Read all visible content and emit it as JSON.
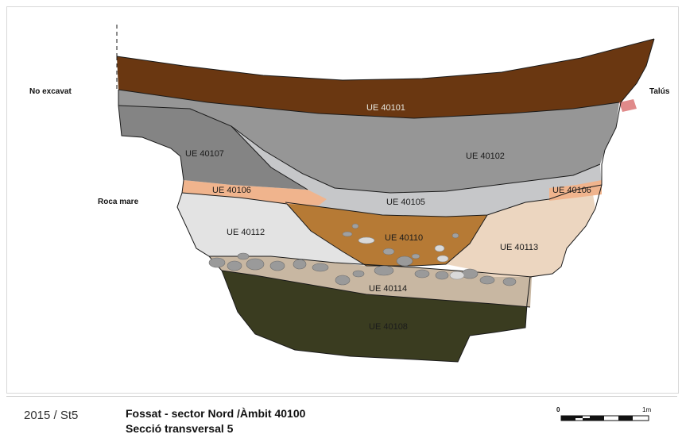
{
  "labels": {
    "no_excavat": "No excavat",
    "talus": "Talús",
    "roca_mare": "Roca mare"
  },
  "units": {
    "u40101": "UE 40101",
    "u40102": "UE 40102",
    "u40107": "UE 40107",
    "u40106a": "UE 40106",
    "u40106b": "UE 40106",
    "u40105": "UE 40105",
    "u40112": "UE 40112",
    "u40110": "UE 40110",
    "u40113": "UE 40113",
    "u40114": "UE 40114",
    "u40108": "UE 40108"
  },
  "footer": {
    "code": "2015 / St5",
    "title_line1": "Fossat - sector Nord /Àmbit 40100",
    "title_line2": "Secció transversal 5"
  },
  "scale": {
    "start": "0",
    "end": "1m"
  },
  "colors": {
    "topsoil_brown": "#6a3711",
    "dark_grey": "#848484",
    "mid_grey": "#969696",
    "light_grey": "#c6c7c9",
    "pale_grey": "#e3e3e3",
    "orange_band": "#f0b48d",
    "ochre_fill": "#b67a35",
    "beige": "#ecd6c0",
    "tan": "#c8b7a2",
    "olive_dark": "#3a3c20"
  }
}
